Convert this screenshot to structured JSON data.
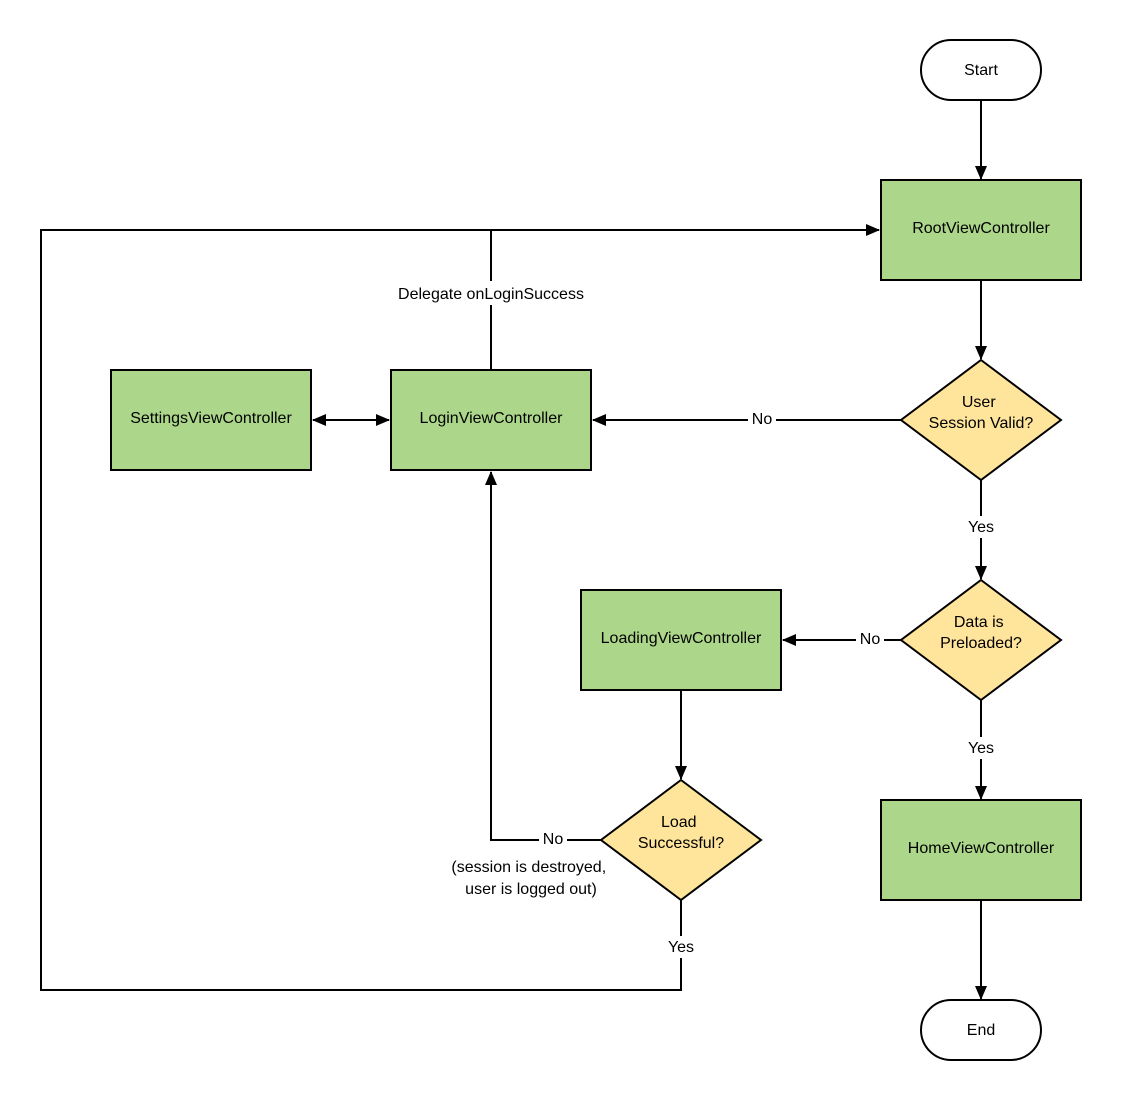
{
  "colors": {
    "process_fill": "#acd78a",
    "decision_fill": "#ffe59b",
    "terminal_fill": "#ffffff",
    "line": "#000000"
  },
  "nodes": {
    "start": "Start",
    "root": "RootViewController",
    "settings": "SettingsViewController",
    "login": "LoginViewController",
    "session_valid": [
      "User",
      "Session Valid?"
    ],
    "data_preloaded": [
      "Data is",
      "Preloaded?"
    ],
    "loading": "LoadingViewController",
    "load_successful": [
      "Load",
      "Successful?"
    ],
    "home": "HomeViewController",
    "end": "End"
  },
  "edge_labels": {
    "delegate": "Delegate onLoginSuccess",
    "session_no": "No",
    "session_yes": "Yes",
    "preloaded_no": "No",
    "preloaded_yes": "Yes",
    "load_no": "No",
    "load_yes": "Yes",
    "load_no_note": [
      "(session is destroyed,",
      "user is logged out)"
    ]
  }
}
